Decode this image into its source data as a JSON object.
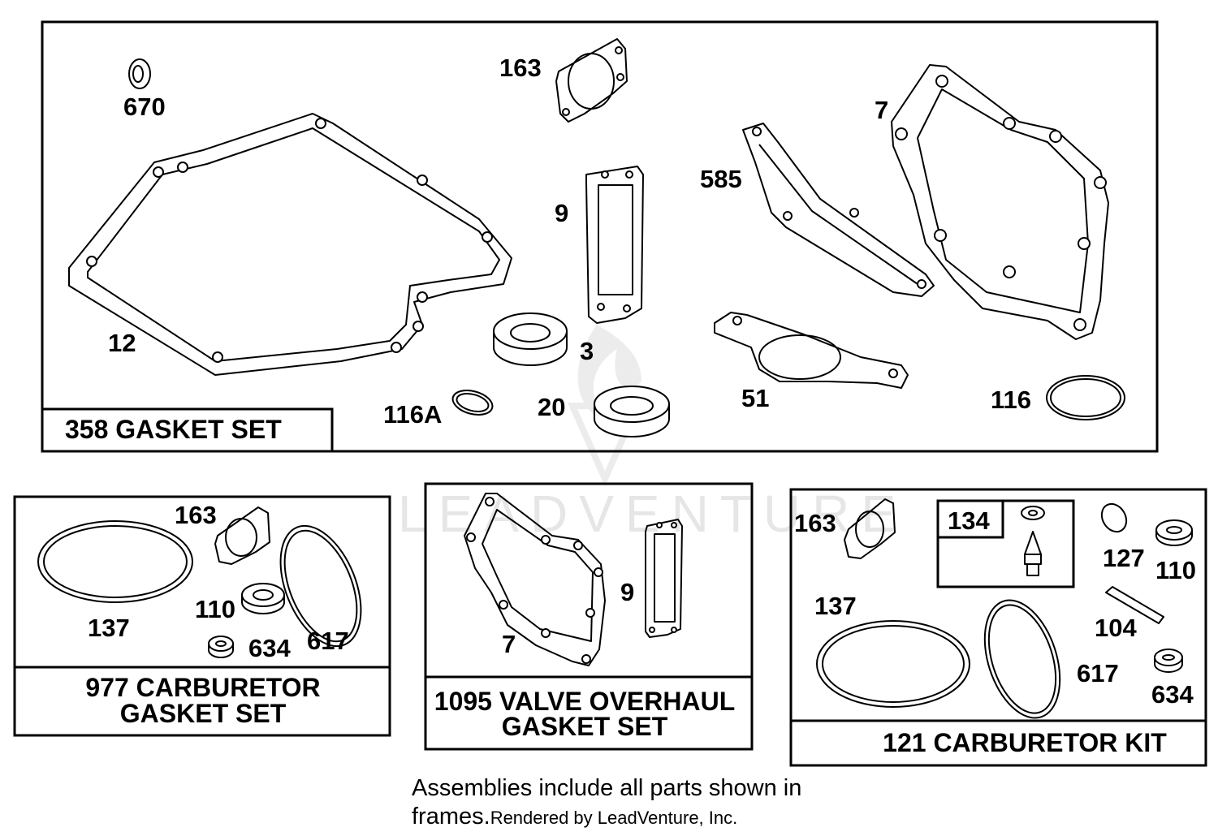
{
  "watermark": "LEADVENTURE",
  "frames": {
    "gasket_set": {
      "title": "358 GASKET SET"
    },
    "carb_gasket_set": {
      "title_line1": "977 CARBURETOR",
      "title_line2": "GASKET SET"
    },
    "valve_overhaul": {
      "title_line1": "1095 VALVE OVERHAUL",
      "title_line2": "GASKET SET"
    },
    "carb_kit": {
      "title": "121 CARBURETOR KIT",
      "sub_box_label": "134"
    }
  },
  "part_labels": {
    "p670": "670",
    "p163": "163",
    "p7": "7",
    "p585": "585",
    "p9": "9",
    "p12": "12",
    "p3": "3",
    "p51": "51",
    "p116A": "116A",
    "p20": "20",
    "p116": "116",
    "c163": "163",
    "c137": "137",
    "c110": "110",
    "c634": "634",
    "c617": "617",
    "v9": "9",
    "v7": "7",
    "k163": "163",
    "k127": "127",
    "k110": "110",
    "k137": "137",
    "k104": "104",
    "k617": "617",
    "k634": "634"
  },
  "footer": {
    "line1": "Assemblies include all parts shown in",
    "line2": "frames.",
    "credit": "Rendered by LeadVenture, Inc."
  }
}
